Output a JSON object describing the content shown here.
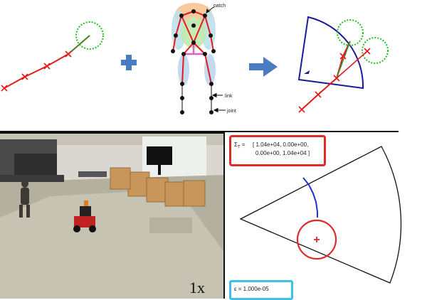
{
  "diagram": {
    "labels": {
      "patch": "patch",
      "link": "link",
      "joint": "joint"
    },
    "operators": {
      "plus": "+",
      "arrow": "➜"
    }
  },
  "video": {
    "speed_label": "1x"
  },
  "panel": {
    "sigma_label": "Σ",
    "sigma_sub": "T",
    "sigma_eq": "=",
    "sigma_line1": "[ 1.04e+04, 0.00e+00,",
    "sigma_line2": "0.00e+00, 1.04e+04 ]",
    "epsilon_text": "ε = 1.000e-05"
  },
  "colors": {
    "trajectory": "#e31b1b",
    "patch_circle": "#22bb22",
    "sector": "#1a1a9a",
    "operator": "#4a7cc4",
    "sigma_border": "#e02a2a",
    "eps_border": "#3fc0e8"
  }
}
